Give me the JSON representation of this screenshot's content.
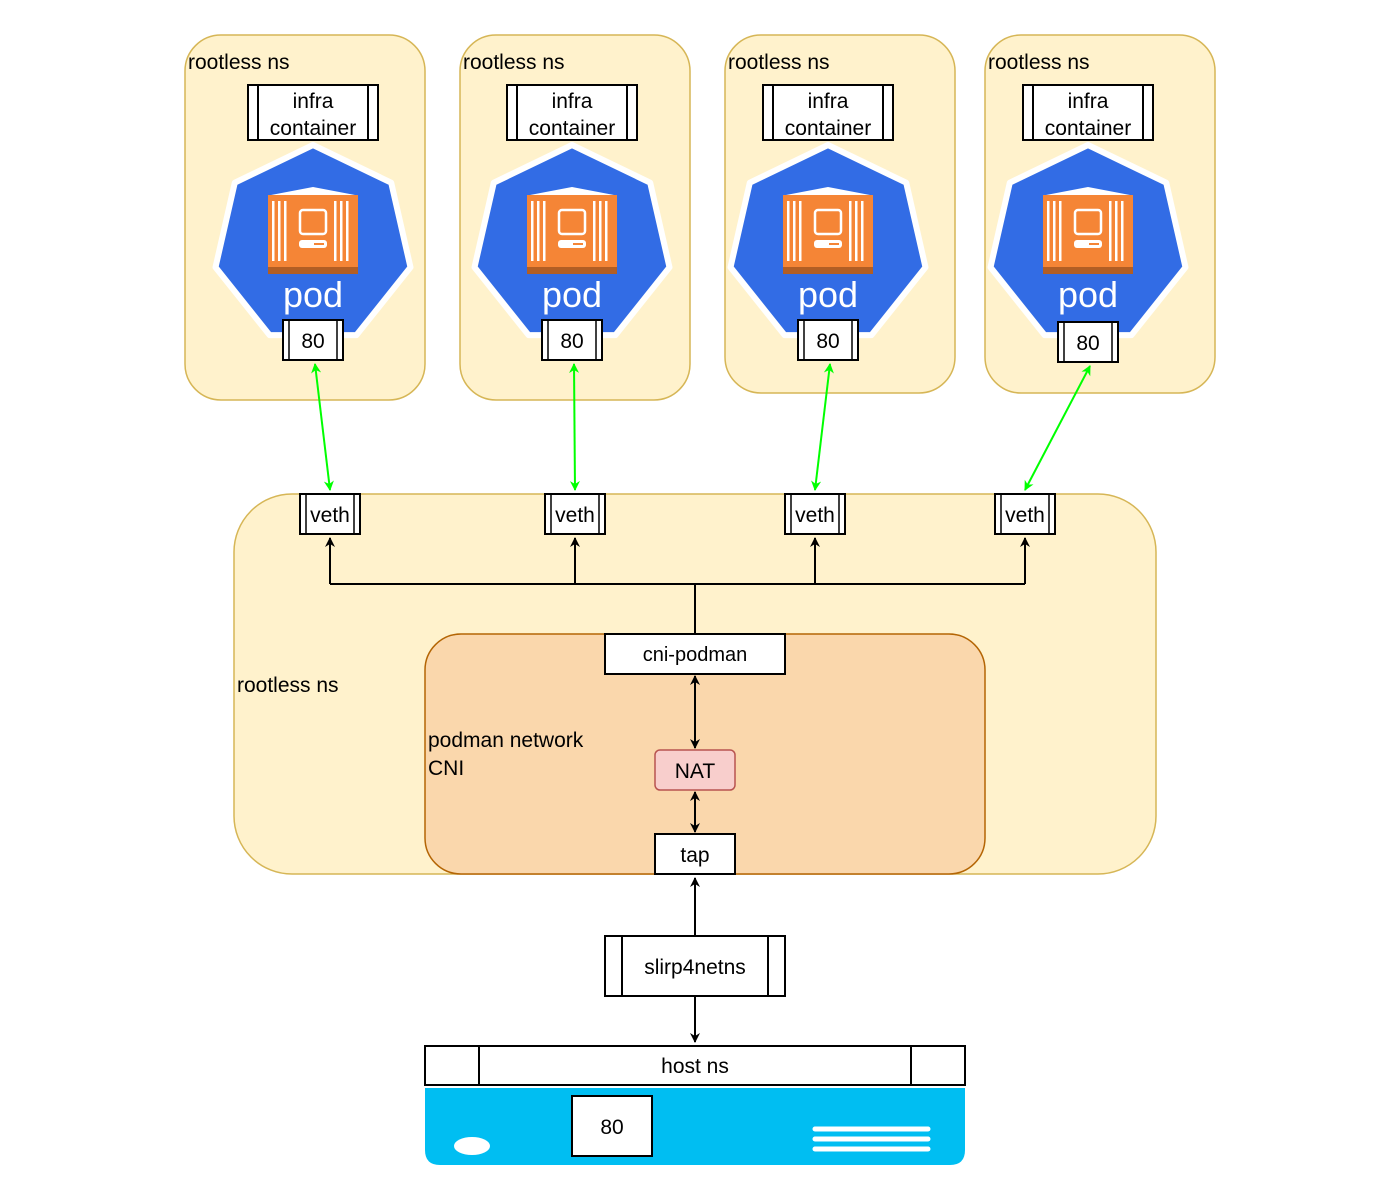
{
  "colors": {
    "ns_fill": "#fff2cc",
    "ns_stroke": "#d6b656",
    "cni_fill": "#fad7ac",
    "cni_stroke": "#b46504",
    "nat_fill": "#f8cecc",
    "nat_stroke": "#b85450",
    "pod_blue": "#326ce5",
    "container_orange": "#f58536",
    "container_shadow": "#b25e24",
    "green_link": "#00ff00",
    "host_blue": "#00bef2"
  },
  "pods": [
    {
      "ns_label": "rootless ns",
      "infra_label": "infra\ncontainer",
      "pod_label": "pod",
      "port": "80",
      "veth": "veth"
    },
    {
      "ns_label": "rootless ns",
      "infra_label": "infra\ncontainer",
      "pod_label": "pod",
      "port": "80",
      "veth": "veth"
    },
    {
      "ns_label": "rootless ns",
      "infra_label": "infra\ncontainer",
      "pod_label": "pod",
      "port": "80",
      "veth": "veth"
    },
    {
      "ns_label": "rootless ns",
      "infra_label": "infra\ncontainer",
      "pod_label": "pod",
      "port": "80",
      "veth": "veth"
    }
  ],
  "rootless_ns": {
    "label": "rootless ns"
  },
  "cni": {
    "label_line1": "podman network",
    "label_line2": "CNI",
    "bridge": "cni-podman",
    "nat": "NAT",
    "tap": "tap"
  },
  "slirp": {
    "label": "slirp4netns"
  },
  "host": {
    "label": "host ns",
    "port": "80"
  }
}
